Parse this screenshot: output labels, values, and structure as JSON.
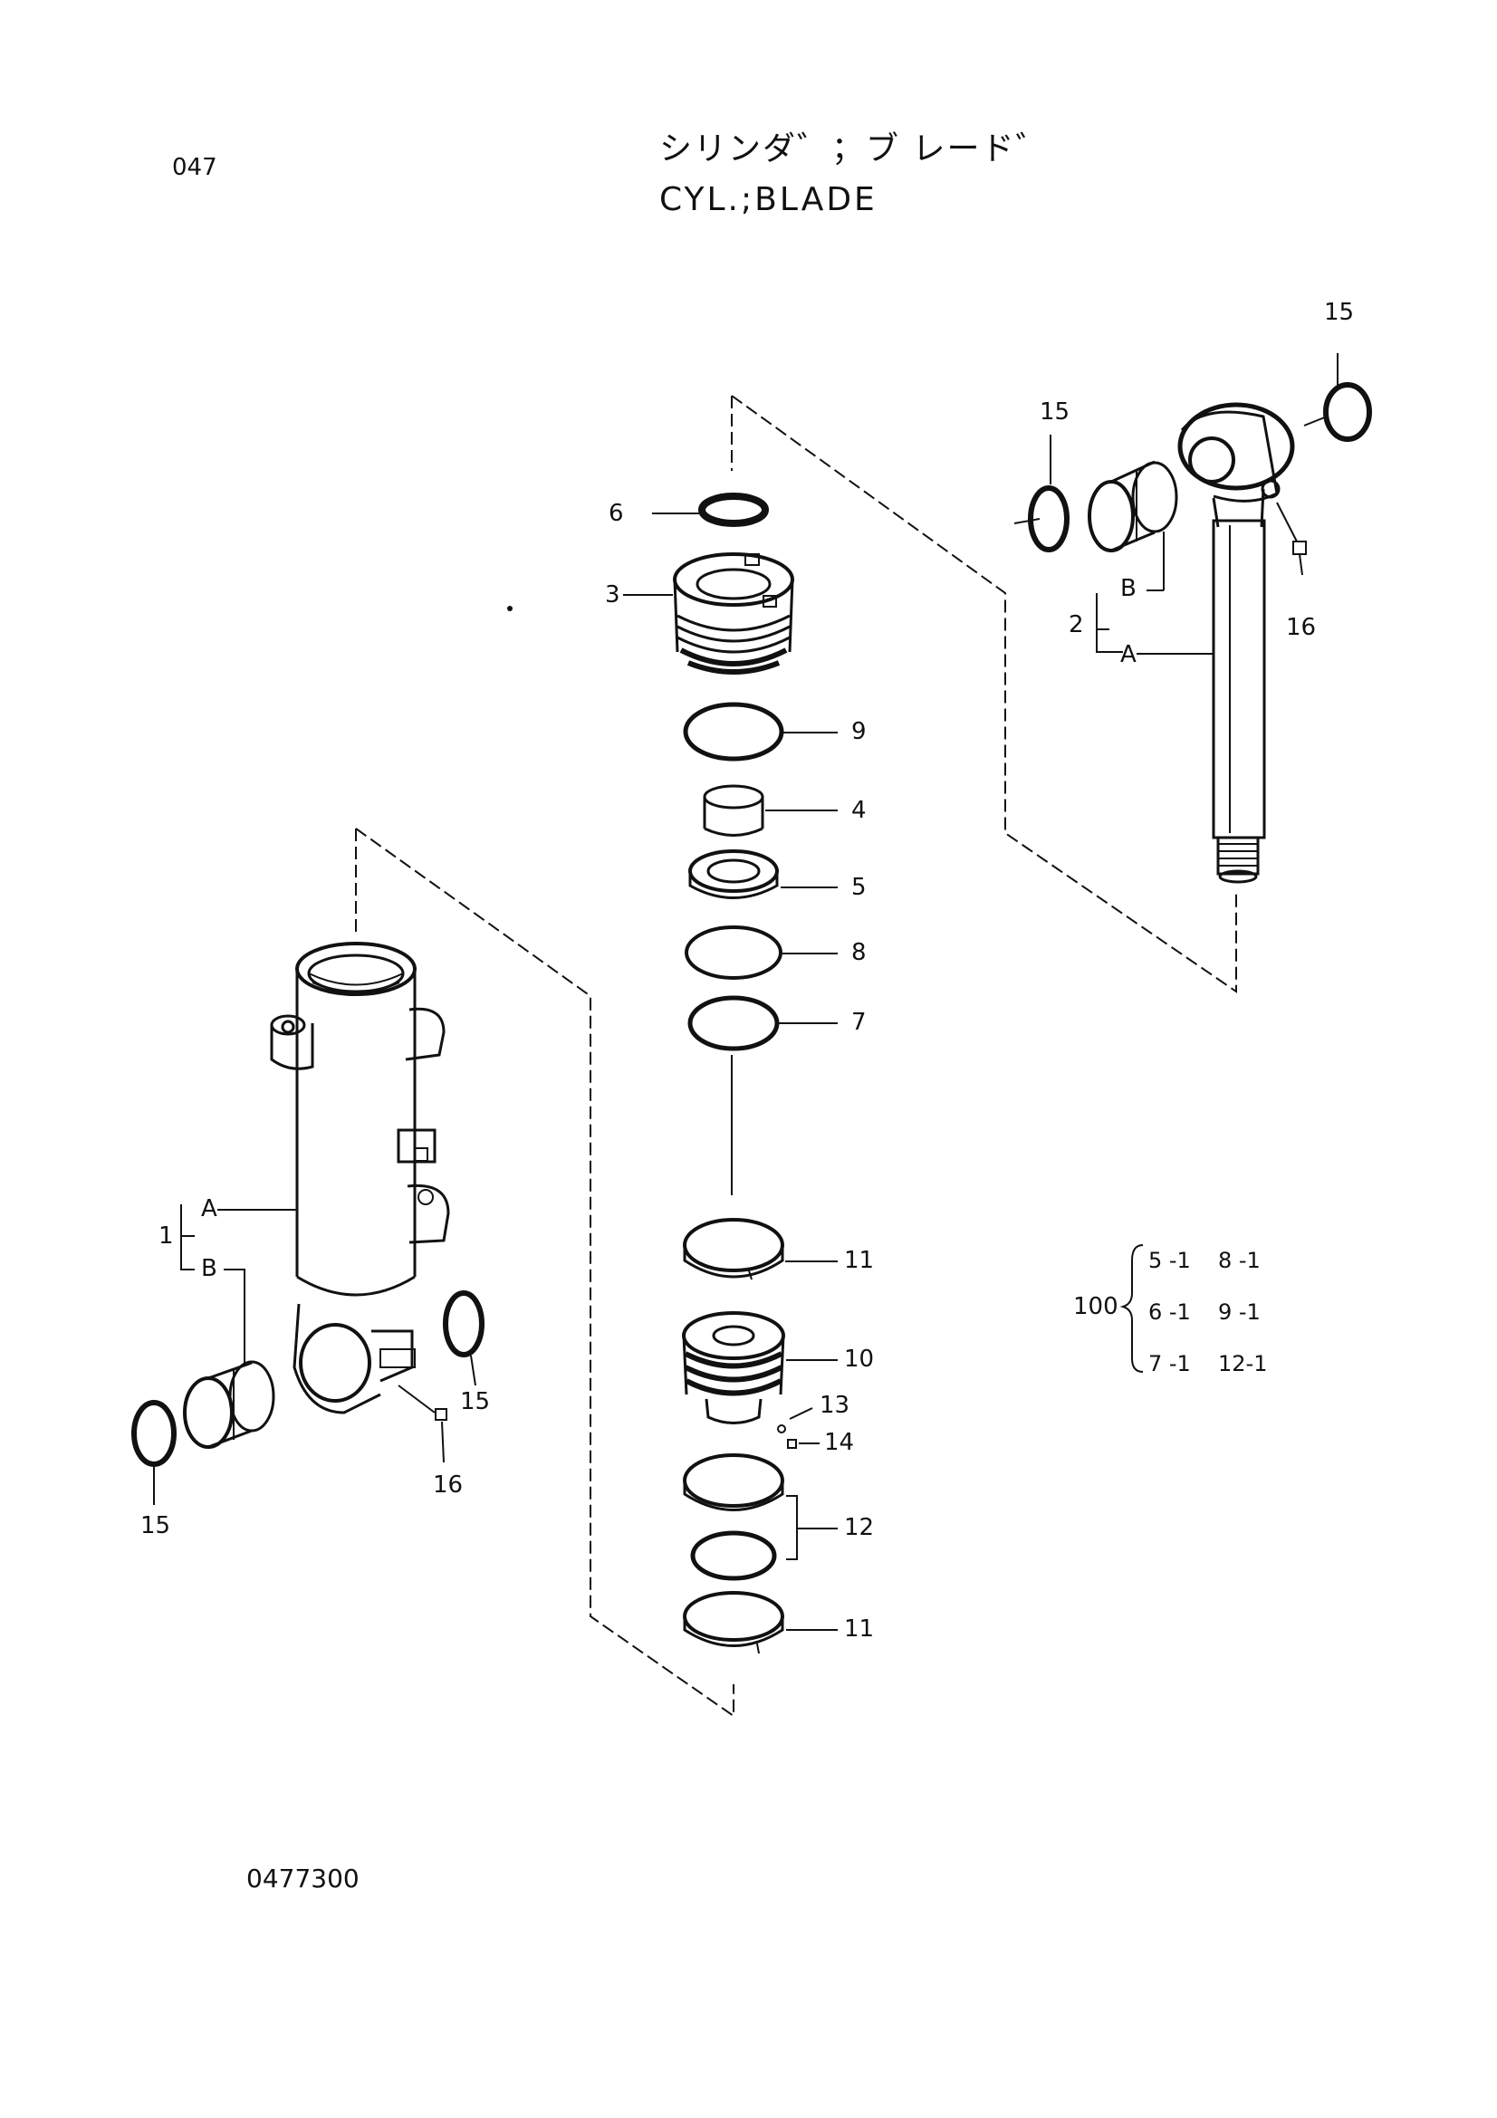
{
  "header": {
    "page_number": "047",
    "title_jp": "シリンダ゛；ブ レード゛",
    "title_en": "CYL.;BLADE"
  },
  "footer": {
    "figure_number": "0477300"
  },
  "callouts": {
    "p1": "1",
    "p1A": "A",
    "p1B": "B",
    "p2": "2",
    "p2A": "A",
    "p2B": "B",
    "p3": "3",
    "p4": "4",
    "p5": "5",
    "p6": "6",
    "p7": "7",
    "p8": "8",
    "p9": "9",
    "p10": "10",
    "p11a": "11",
    "p11b": "11",
    "p12": "12",
    "p13": "13",
    "p14": "14",
    "p15a": "15",
    "p15b": "15",
    "p15c": "15",
    "p15d": "15",
    "p16a": "16",
    "p16b": "16"
  },
  "seal_kit": {
    "number": "100",
    "items": [
      "5 -1",
      "8 -1",
      "6 -1",
      "9 -1",
      "7 -1",
      "12-1"
    ]
  }
}
